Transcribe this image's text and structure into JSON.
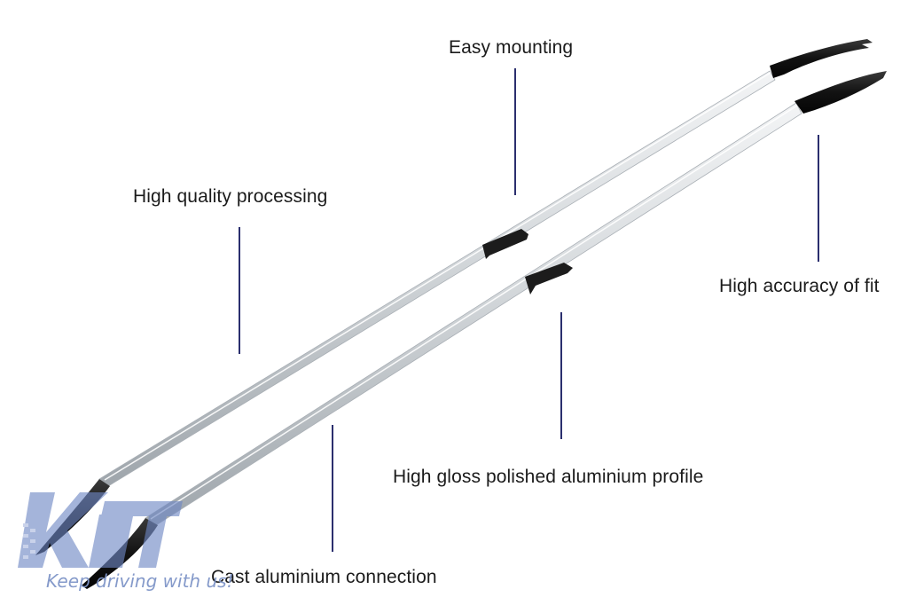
{
  "product": {
    "name": "Aluminium roof rails",
    "colors": {
      "rail": "#d4d8dc",
      "rail_highlight": "#f4f6f7",
      "rail_shadow": "#9aa1a8",
      "end_cap": "#151515",
      "pointer": "#2b2f6e",
      "logo": "#6e87c4",
      "text": "#1b1b1b"
    }
  },
  "callouts": [
    {
      "id": "easy-mounting",
      "text": "Easy mounting"
    },
    {
      "id": "high-quality-processing",
      "text": "High quality processing"
    },
    {
      "id": "high-accuracy-of-fit",
      "text": "High accuracy of fit"
    },
    {
      "id": "high-gloss-profile",
      "text": "High gloss polished aluminium profile"
    },
    {
      "id": "cast-aluminium-connection",
      "text": "Cast aluminium connection"
    }
  ],
  "watermark": {
    "brand": "KITT",
    "tagline": "Keep driving with us!"
  }
}
